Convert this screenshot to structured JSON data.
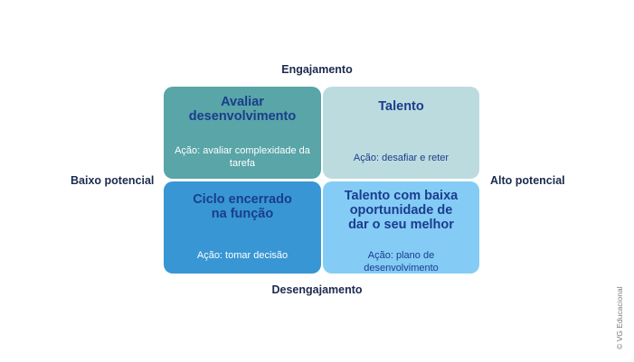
{
  "axes": {
    "top": "Engajamento",
    "bottom": "Desengajamento",
    "left": "Baixo potencial",
    "right": "Alto potencial"
  },
  "quadrants": {
    "top_left": {
      "title": "Avaliar desenvolvimento",
      "action": "Ação: avaliar complexidade da tarefa",
      "color": "#59a5a8"
    },
    "top_right": {
      "title": "Talento",
      "action": "Ação: desafiar e reter",
      "color": "#bcdbdf"
    },
    "bottom_left": {
      "title": "Ciclo encerrado na função",
      "action": "Ação: tomar decisão",
      "color": "#3896d4"
    },
    "bottom_right": {
      "title": "Talento com baixa oportunidade de dar o seu melhor",
      "action": "Ação: plano de desenvolvimento",
      "color": "#84ccf6"
    }
  },
  "credit": "© VG Educacional"
}
